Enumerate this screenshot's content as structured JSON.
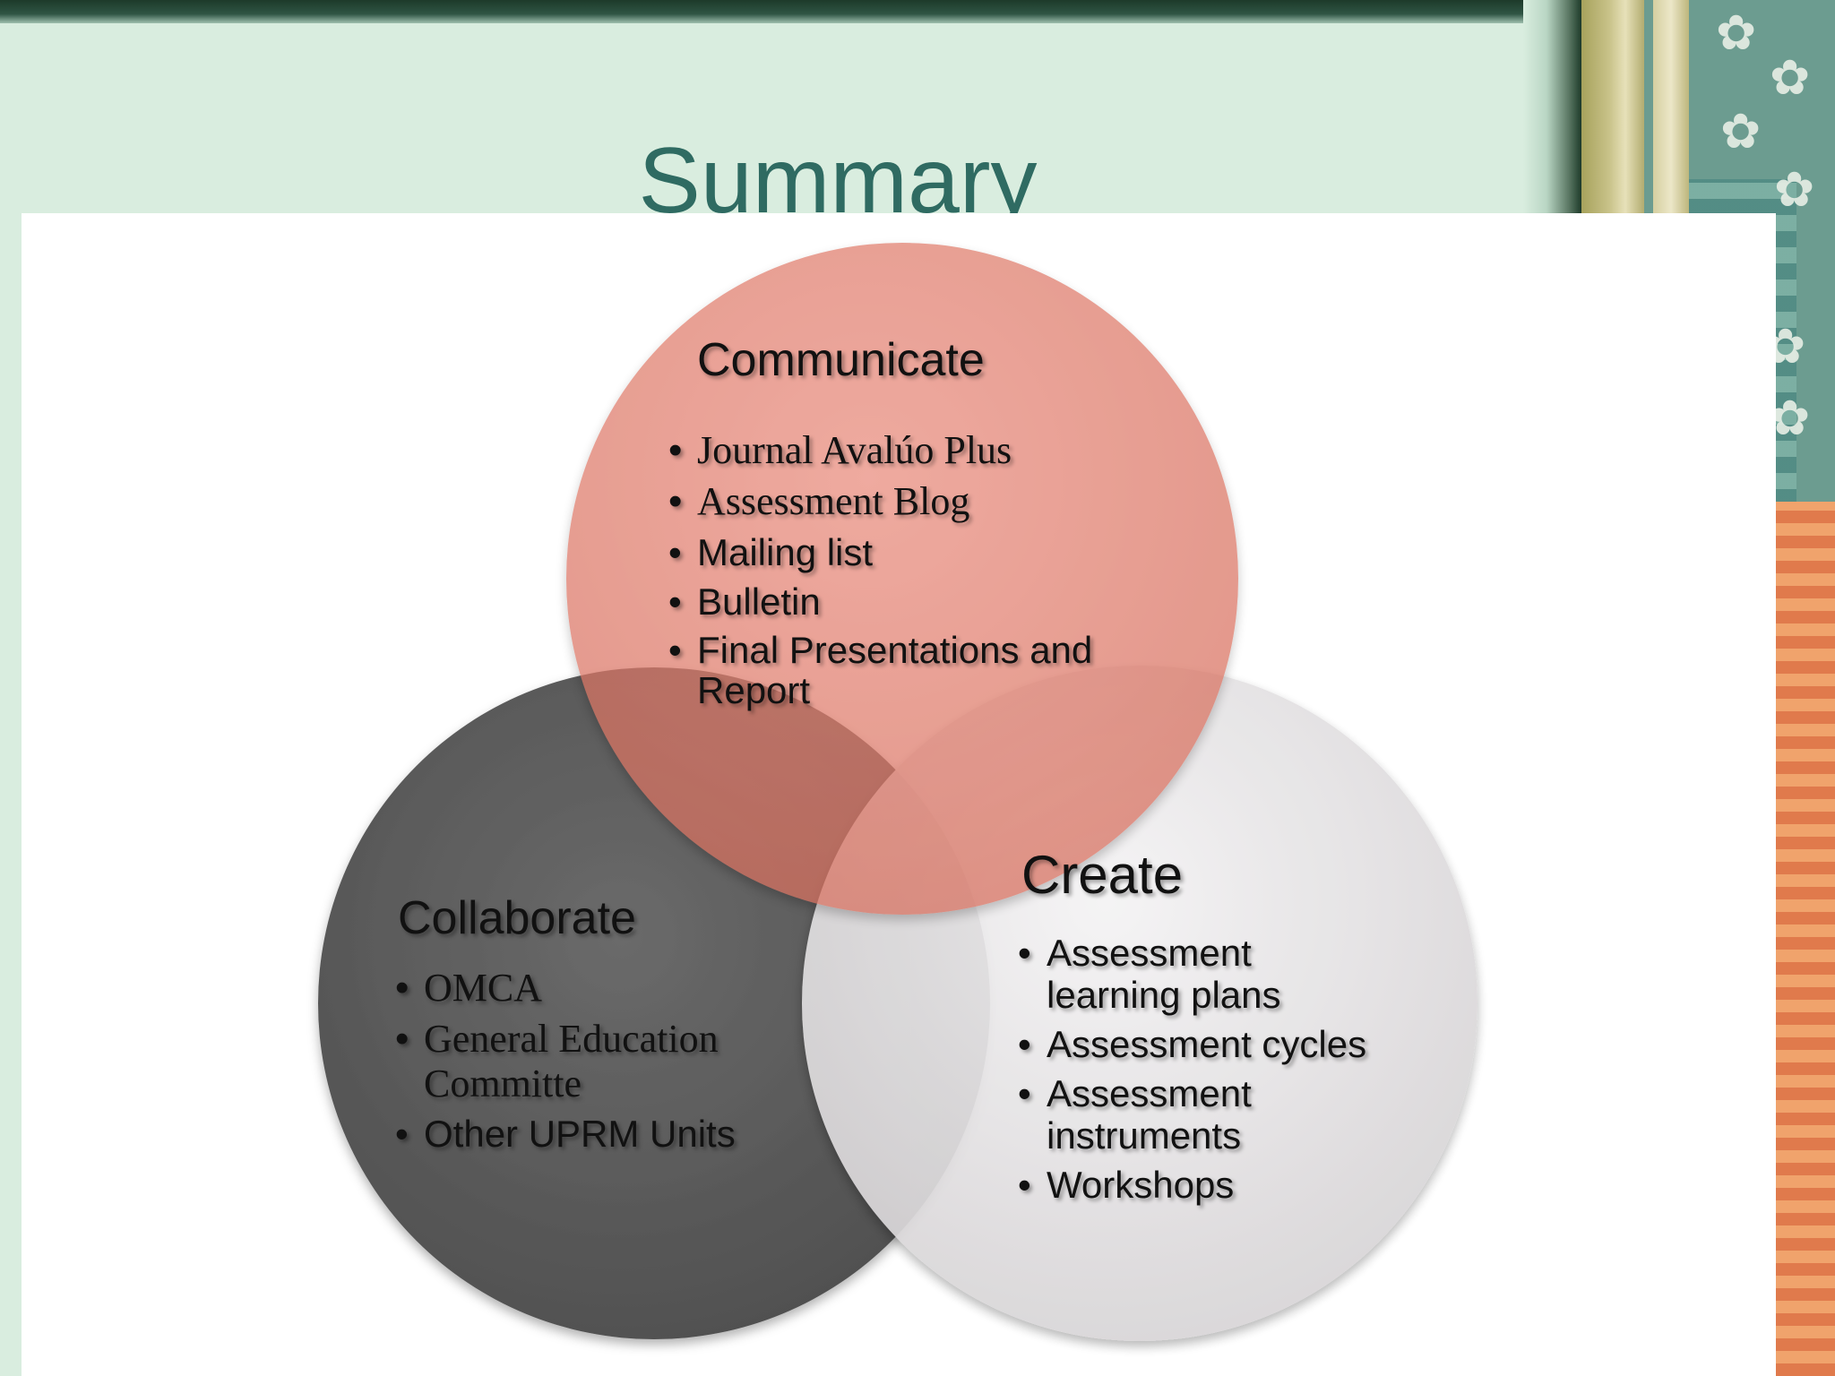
{
  "title": "Summary",
  "colors": {
    "communicate": "#e07868",
    "collaborate": "#5a5a5a",
    "create": "#e4e1e3",
    "title": "#2f6b62"
  },
  "communicate": {
    "heading": "Communicate",
    "items": [
      "Journal Avalúo Plus",
      "Assessment Blog",
      "Mailing list",
      "Bulletin",
      "Final Presentations and Report"
    ]
  },
  "collaborate": {
    "heading": "Collaborate",
    "items": [
      "OMCA",
      "General Education Committe",
      "Other UPRM Units"
    ]
  },
  "create": {
    "heading": "Create",
    "items": [
      "Assessment learning plans",
      "Assessment cycles",
      "Assessment instruments",
      "Workshops"
    ]
  }
}
